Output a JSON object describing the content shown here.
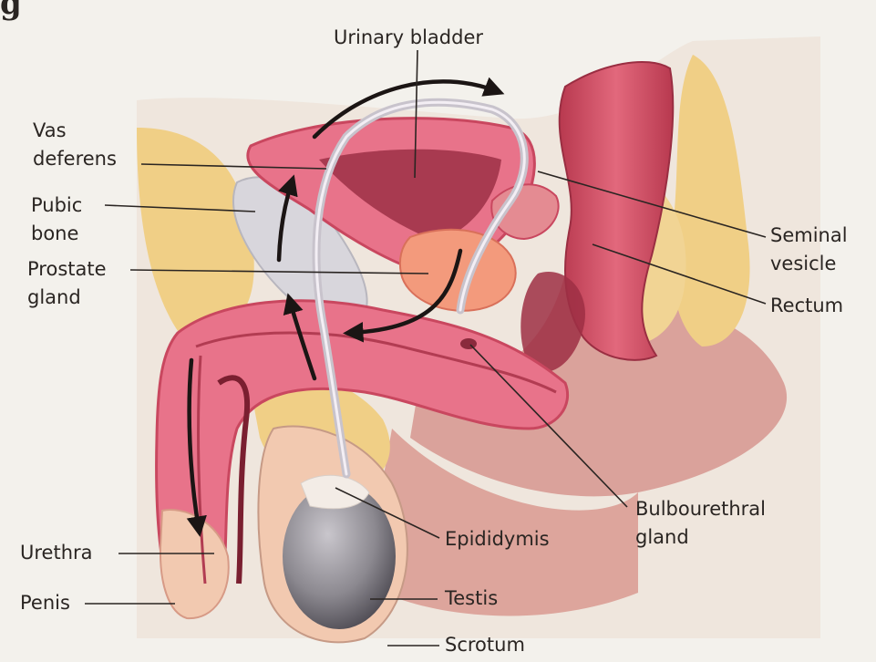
{
  "labels": {
    "corner_letter": "g",
    "urinary_bladder": "Urinary bladder",
    "vas_deferens": [
      "Vas",
      "deferens"
    ],
    "pubic_bone": [
      "Pubic",
      "bone"
    ],
    "prostate_gland": [
      "Prostate",
      "gland"
    ],
    "urethra": "Urethra",
    "penis": "Penis",
    "seminal_vesicle": [
      "Seminal",
      "vesicle"
    ],
    "rectum": "Rectum",
    "bulbourethral_gland": [
      "Bulbourethral",
      "gland"
    ],
    "epididymis": "Epididymis",
    "testis": "Testis",
    "scrotum": "Scrotum"
  },
  "colors": {
    "background": "#f3f1ec",
    "skin": "#f2c9b0",
    "tissue_pink": "#e8738a",
    "tissue_deep": "#c9475f",
    "fat_yellow": "#f0cf86",
    "bone": "#d8d6dc",
    "testis_gray": "#8c8990",
    "arrow": "#1b1514",
    "leader": "#2a2522"
  }
}
